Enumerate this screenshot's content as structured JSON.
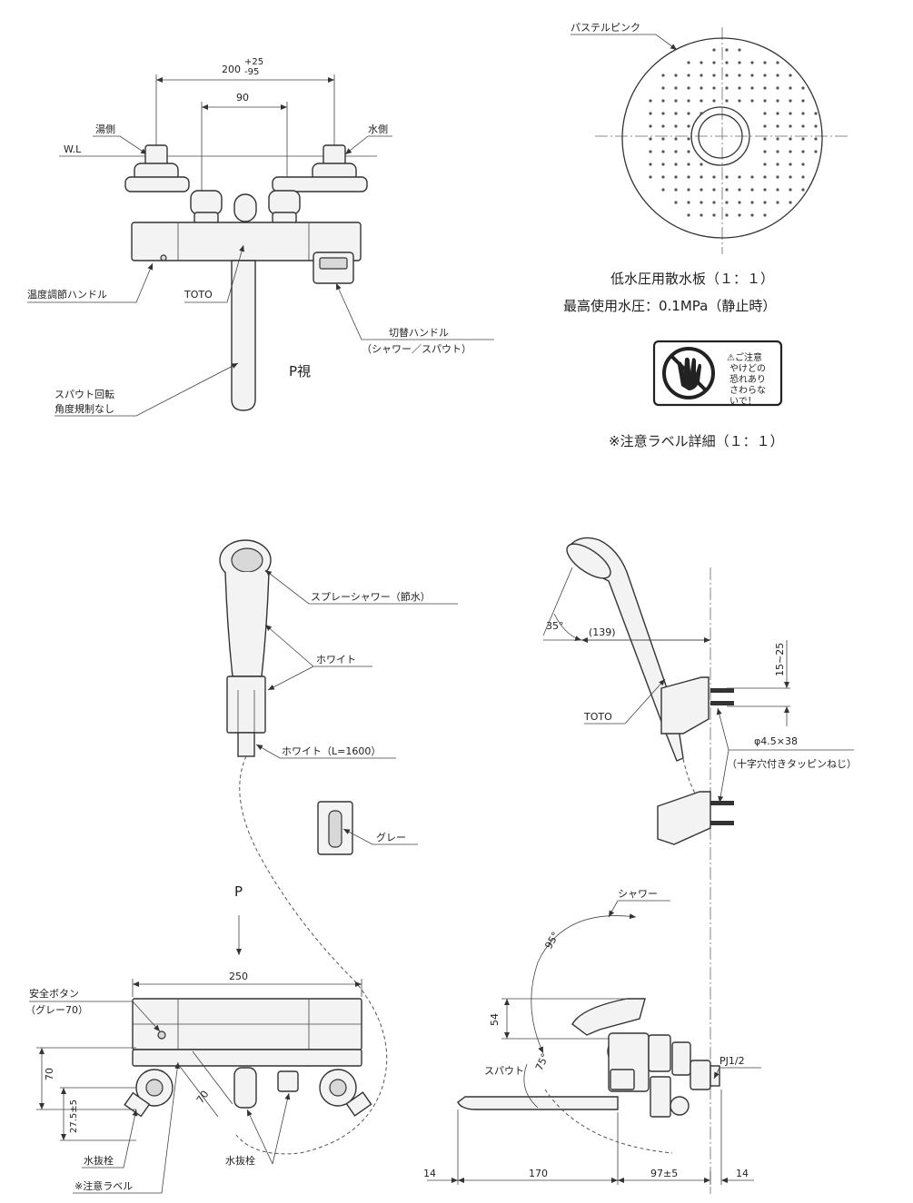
{
  "top_view": {
    "dim_overall": "200",
    "dim_tol_plus": "+25",
    "dim_tol_minus": "-95",
    "dim_inner": "90",
    "wl": "W.L",
    "hot_side": "湯側",
    "cold_side": "水側",
    "temp_handle": "温度調節ハンドル",
    "toto": "TOTO",
    "switch_handle": "切替ハンドル",
    "switch_handle_sub": "（シャワー／スパウト）",
    "spout_rotation_1": "スパウト回転",
    "spout_rotation_2": "角度規制なし",
    "p_view": "P視"
  },
  "shower_plate": {
    "color_label": "パステルピンク",
    "title": "低水圧用散水板（１：１）",
    "subtitle": "最高使用水圧：0.1MPa（静止時）"
  },
  "caution_label": {
    "line1": "⚠ご注意",
    "line2": "やけどの",
    "line3": "恐れあり",
    "line4": "さわらな",
    "line5": "いで！",
    "title": "※注意ラベル詳細（１：１）"
  },
  "shower_side": {
    "spray_shower": "スプレーシャワー（節水）",
    "white": "ホワイト",
    "hose": "ホワイト（L=1600）",
    "gray": "グレー"
  },
  "front_view": {
    "p_arrow": "P",
    "dim_width": "250",
    "safety_button": "安全ボタン",
    "safety_button_sub": "（グレー70）",
    "dim_70_v": "70",
    "dim_70_diag": "70",
    "dim_27": "27.5±5",
    "drain_left": "水抜栓",
    "caution_label": "※注意ラベル",
    "drain_bottom": "水抜栓"
  },
  "right_view": {
    "angle_35": "35°",
    "dim_139": "(139)",
    "dim_15_25": "15~25",
    "toto": "TOTO",
    "screw": "φ4.5×38",
    "screw_sub": "（十字穴付きタッピンねじ）",
    "shower": "シャワー",
    "angle_95": "95°",
    "dim_54": "54",
    "spout": "スパウト",
    "angle_75": "75°",
    "pj": "PJ1/2",
    "dim_14_left": "14",
    "dim_170": "170",
    "dim_97": "97±5",
    "dim_14_right": "14"
  }
}
